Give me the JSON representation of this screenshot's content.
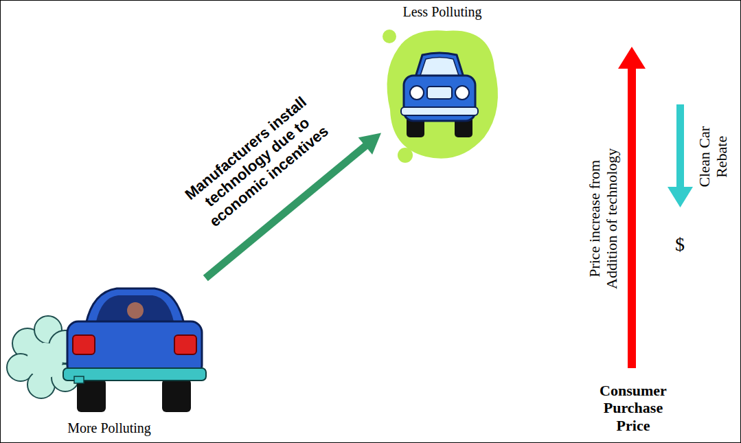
{
  "diagram": {
    "nodes": [
      {
        "text": [
          "More Polluting"
        ]
      },
      {
        "text": [
          "Less Polluting"
        ]
      }
    ],
    "edges": [
      {
        "from": 0,
        "to": 1,
        "arrow": "to",
        "label": "Manufacturers install technology due to economic incentives"
      }
    ],
    "labels": [
      "Price increase from Addition of technology",
      "Clean Car Rebate",
      "$",
      "Consumer Purchase Price"
    ]
  }
}
